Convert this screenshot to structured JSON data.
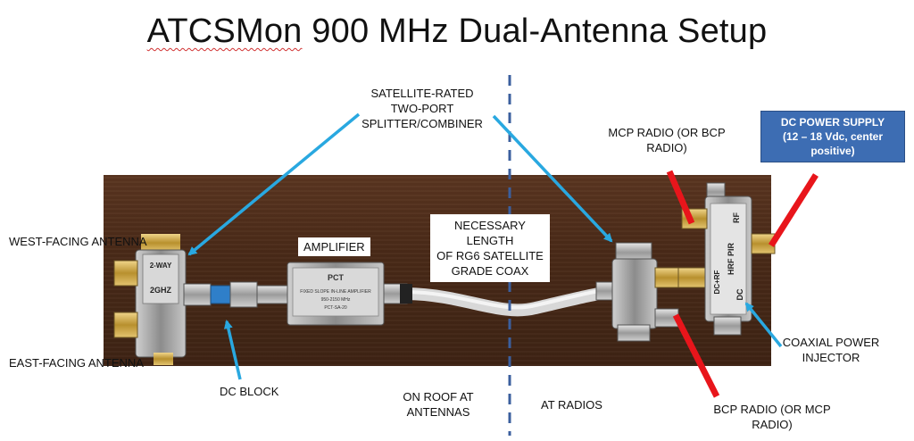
{
  "title": {
    "main": "ATCSMon 900 MHz Dual-Antenna Setup",
    "first_word": "ATCSMon"
  },
  "labels": {
    "splitter": [
      "SATELLITE-RATED",
      "TWO-PORT",
      "SPLITTER/COMBINER"
    ],
    "mcp_radio": [
      "MCP RADIO (OR BCP",
      "RADIO)"
    ],
    "dc_power": [
      "DC POWER SUPPLY",
      "(12 – 18 Vdc, center",
      "positive)"
    ],
    "west_antenna": "WEST-FACING ANTENNA",
    "east_antenna": "EAST-FACING ANTENNA",
    "amplifier": "AMPLIFIER",
    "coax": [
      "NECESSARY LENGTH",
      "OF RG6 SATELLITE",
      "GRADE COAX"
    ],
    "dc_block": "DC BLOCK",
    "on_roof": [
      "ON ROOF AT",
      "ANTENNAS"
    ],
    "at_radios": "AT RADIOS",
    "bcp_radio": [
      "BCP RADIO (OR MCP",
      "RADIO)"
    ],
    "injector": [
      "COAXIAL POWER",
      "INJECTOR"
    ]
  },
  "device_text": {
    "splitter_left": "2-WAY",
    "splitter_left_freq": "2GHZ",
    "amp_brand": "PCT",
    "amp_desc": "FIXED SLOPE IN-LINE AMPLIFIER",
    "amp_freq": "950-2150 MHz",
    "amp_model": "PCT-SA-20",
    "injector_top": "RF",
    "injector_mid": "HRF PIR",
    "injector_bot": "DC",
    "injector_side": "DC+RF"
  },
  "colors": {
    "arrow": "#29a8e0",
    "radio_line": "#e8151b",
    "dc_box": "#3d6db3",
    "divider": "#3b5f9e"
  }
}
